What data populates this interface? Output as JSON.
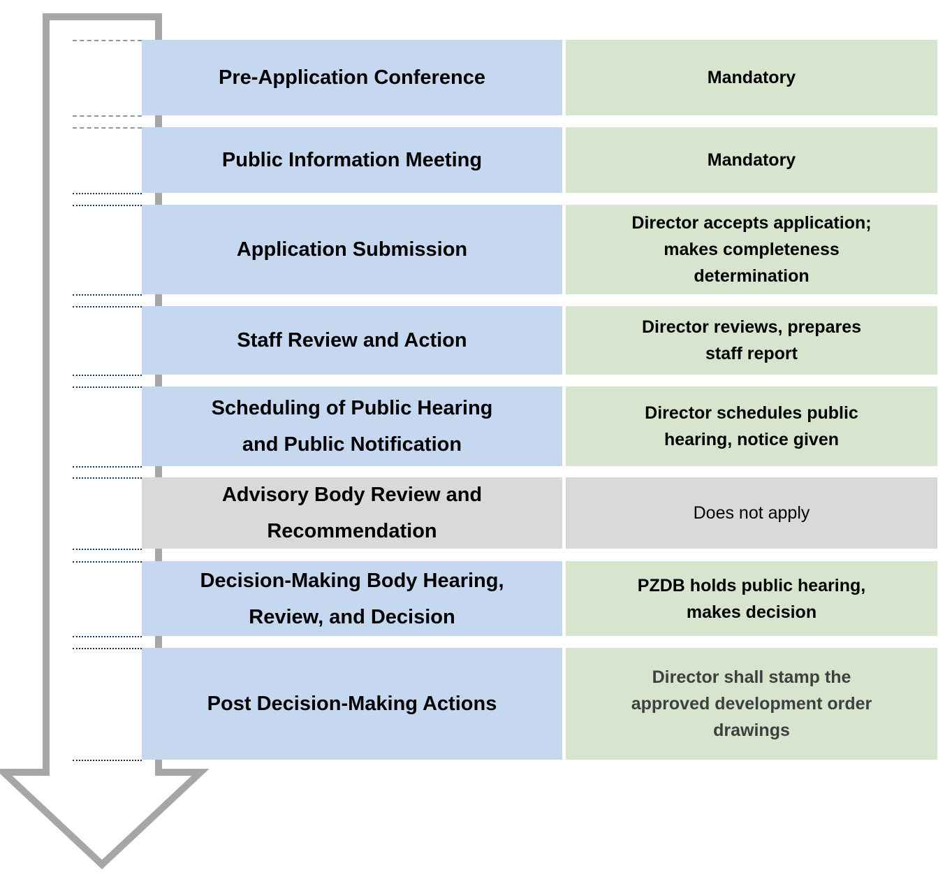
{
  "diagram": {
    "type": "process-flow",
    "rows": [
      {
        "step": "Pre-Application Conference",
        "detail": "Mandatory"
      },
      {
        "step": "Public Information Meeting",
        "detail": "Mandatory"
      },
      {
        "step": "Application Submission",
        "detail": "Director accepts application;\nmakes completeness\ndetermination"
      },
      {
        "step": "Staff Review and Action",
        "detail": "Director reviews, prepares\nstaff report"
      },
      {
        "step": "Scheduling of Public Hearing\nand Public Notification",
        "detail": "Director schedules public\nhearing, notice given"
      },
      {
        "step": "Advisory Body Review and\nRecommendation",
        "detail": "Does not apply"
      },
      {
        "step": "Decision-Making Body Hearing,\nReview, and Decision",
        "detail": "PZDB holds public hearing,\nmakes decision"
      },
      {
        "step": "Post Decision-Making Actions",
        "detail": "Director shall stamp the\napproved development order\ndrawings"
      }
    ]
  },
  "colors": {
    "step_fill": "#c5d8f0",
    "detail_fill": "#d7e4ce",
    "inactive_fill": "#d9d9d9",
    "arrow_stroke": "#a6a6a6",
    "line_dark": "#17365d",
    "line_light": "#8496b0",
    "text_black": "#000000",
    "text_gray": "#3f3f3f"
  }
}
